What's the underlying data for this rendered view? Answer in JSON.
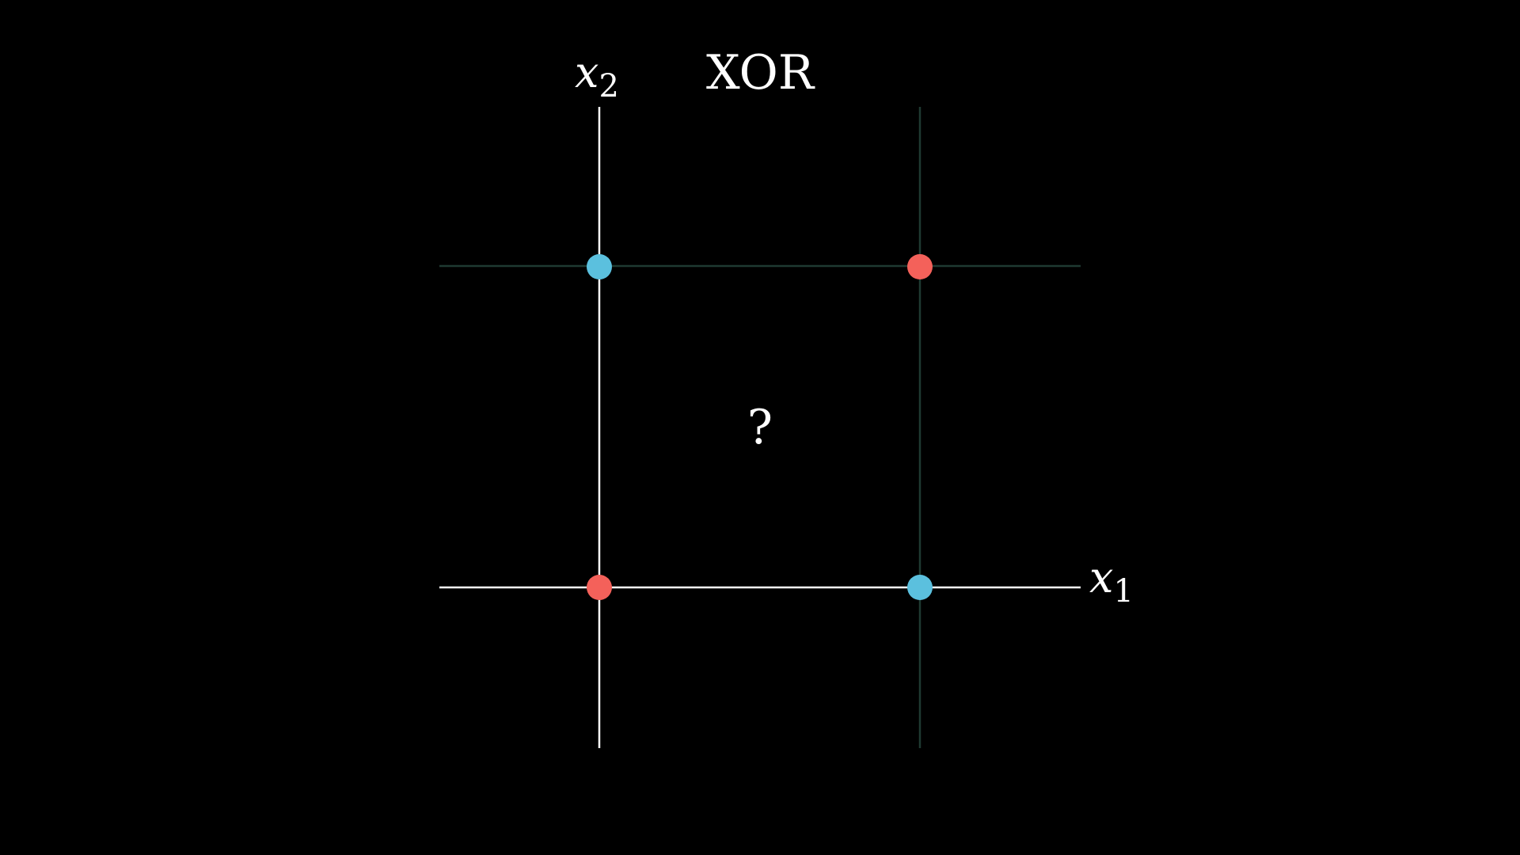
{
  "title": "XOR",
  "question": "?",
  "axes": {
    "x_label": {
      "var": "x",
      "sub": "1"
    },
    "y_label": {
      "var": "x",
      "sub": "2"
    }
  },
  "colors": {
    "background": "#000000",
    "axis": "#ffffff",
    "grid": "#1e3a32",
    "class_true": "#5bc0de",
    "class_false": "#f4615a"
  },
  "points": [
    {
      "x1": 0,
      "x2": 0,
      "output": 0
    },
    {
      "x1": 1,
      "x2": 0,
      "output": 1
    },
    {
      "x1": 0,
      "x2": 1,
      "output": 1
    },
    {
      "x1": 1,
      "x2": 1,
      "output": 0
    }
  ]
}
